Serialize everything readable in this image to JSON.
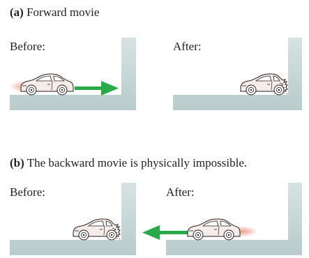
{
  "part_a": {
    "letter": "(a)",
    "caption": "Forward movie",
    "before_label": "Before:",
    "after_label": "After:"
  },
  "part_b": {
    "letter": "(b)",
    "caption": "The backward movie is physically impossible.",
    "before_label": "Before:",
    "after_label": "After:"
  },
  "colors": {
    "wall": "#c5d5d5",
    "car_body": "#f6ece8",
    "car_outline": "#231f20",
    "arrow": "#2aa94a",
    "motion_blur": "#e89a8a"
  },
  "icons": [
    "car-icon",
    "crashed-car-icon",
    "wall-icon",
    "arrow-right-icon",
    "arrow-left-icon"
  ]
}
